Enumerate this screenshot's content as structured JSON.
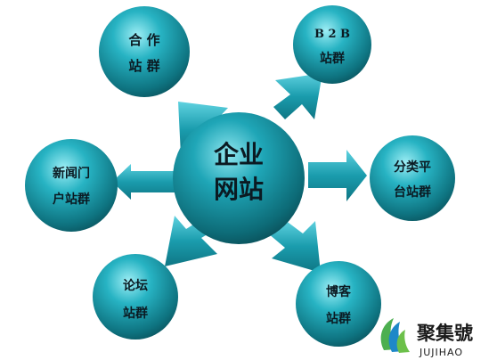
{
  "center": {
    "line1": "企业",
    "line2": "网站"
  },
  "nodes": [
    {
      "id": "hezuo",
      "line1": "合 作",
      "line2": "站 群"
    },
    {
      "id": "b2b",
      "line1": "B 2 B",
      "line2": "站群"
    },
    {
      "id": "fenlei",
      "line1": "分类平",
      "line2": "台站群"
    },
    {
      "id": "boke",
      "line1": "博客",
      "line2": "站群"
    },
    {
      "id": "luntan",
      "line1": "论坛",
      "line2": "站群"
    },
    {
      "id": "xinwen",
      "line1": "新闻门",
      "line2": "户站群"
    }
  ],
  "brand": {
    "name_cn": "聚集號",
    "name_en": "JUJIHAO"
  },
  "colors": {
    "sphere_light": "#7fe0ec",
    "sphere_mid": "#1aa3b4",
    "sphere_dark": "#0b5560",
    "arrow": "#1e9fb0",
    "logo_green": "#4caf50",
    "logo_blue": "#1e88c8"
  }
}
